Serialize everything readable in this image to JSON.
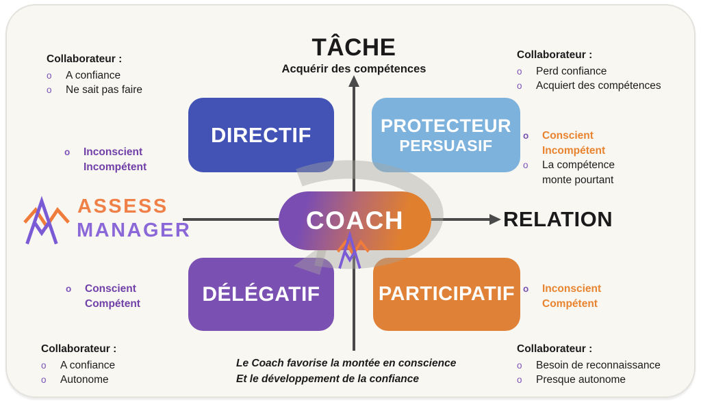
{
  "ui": {
    "bullet": "o"
  },
  "colors": {
    "card_bg": "#f9f7f2",
    "directif": "#4353b5",
    "protecteur": "#7db2dd",
    "delegatif": "#7a50b3",
    "participatif": "#e08138",
    "coach_gradient_from": "#7a4db2",
    "coach_gradient_to": "#e0802f",
    "purple_text": "#7040a8",
    "orange_text": "#e8832f",
    "axis": "#4a4a4a",
    "swoosh": "#a8a49e",
    "logo_orange": "#ef8048",
    "logo_purple": "#8a68d8"
  },
  "axis": {
    "top_title": "TÂCHE",
    "top_subtitle": "Acquérir des compétences",
    "right_label": "RELATION"
  },
  "center": {
    "label": "COACH"
  },
  "logo": {
    "word1": "ASSESS",
    "word2": "MANAGER"
  },
  "quadrants": {
    "directif": {
      "label": "DIRECTIF"
    },
    "protecteur": {
      "line1": "PROTECTEUR",
      "line2": "PERSUASIF"
    },
    "delegatif": {
      "label": "DÉLÉGATIF"
    },
    "participatif": {
      "label": "PARTICIPATIF"
    }
  },
  "annotations": {
    "top_left": {
      "title": "Collaborateur :",
      "bullet1": "A confiance",
      "bullet2": "Ne sait pas faire"
    },
    "top_left_state": {
      "line1": "Inconscient",
      "line2": "Incompétent"
    },
    "top_right": {
      "title": "Collaborateur :",
      "bullet1": "Perd confiance",
      "bullet2": "Acquiert des compétences"
    },
    "top_right_state": {
      "line1": "Conscient",
      "line2": "Incompétent",
      "note1": "La compétence",
      "note2": "monte pourtant"
    },
    "bottom_left_state": {
      "line1": "Conscient",
      "line2": "Compétent"
    },
    "bottom_left": {
      "title": "Collaborateur :",
      "bullet1": "A confiance",
      "bullet2": "Autonome"
    },
    "bottom_right_state": {
      "line1": "Inconscient",
      "line2": "Compétent"
    },
    "bottom_right": {
      "title": "Collaborateur :",
      "bullet1": "Besoin de reconnaissance",
      "bullet2": "Presque autonome"
    },
    "footer": {
      "line1": "Le Coach favorise la montée en conscience",
      "line2": "Et le développement de la confiance"
    }
  }
}
